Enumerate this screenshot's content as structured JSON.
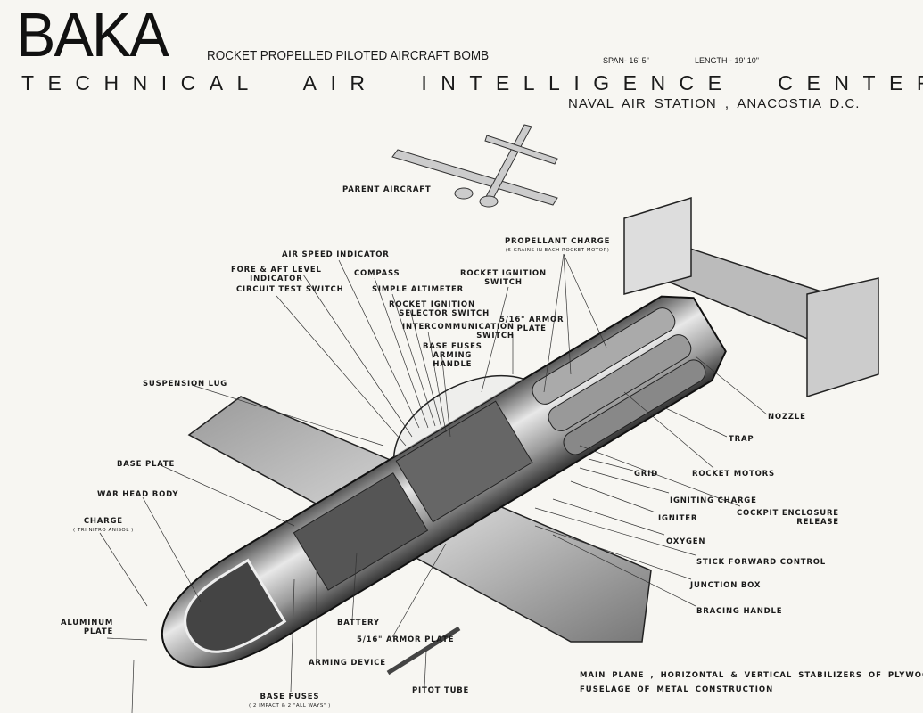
{
  "header": {
    "title": "BAKA",
    "subtitle": "ROCKET PROPELLED PILOTED AIRCRAFT BOMB",
    "span": "SPAN- 16' 5\"",
    "length": "LENGTH - 19' 10\"",
    "organization": "TECHNICAL AIR INTELLIGENCE CENTER",
    "station": "NAVAL AIR STATION , ANACOSTIA D.C."
  },
  "labels": {
    "parent_aircraft": "PARENT AIRCRAFT",
    "air_speed_indicator": "AIR SPEED INDICATOR",
    "fore_aft_level_1": "FORE & AFT LEVEL",
    "fore_aft_level_2": "INDICATOR",
    "circuit_test_switch": "CIRCUIT TEST SWITCH",
    "compass": "COMPASS",
    "simple_altimeter": "SIMPLE ALTIMETER",
    "rocket_ignition_switch_1": "ROCKET IGNITION",
    "rocket_ignition_switch_2": "SWITCH",
    "rocket_ignition_selector_1": "ROCKET IGNITION",
    "rocket_ignition_selector_2": "SELECTOR SWITCH",
    "armor_plate_upper_1": "5/16\" ARMOR",
    "armor_plate_upper_2": "PLATE",
    "intercommunication_1": "INTERCOMMUNICATION",
    "intercommunication_2": "SWITCH",
    "base_fuses_arming_1": "BASE FUSES",
    "base_fuses_arming_2": "ARMING",
    "base_fuses_arming_3": "HANDLE",
    "propellant_charge": "PROPELLANT CHARGE",
    "propellant_charge_sub": "(6 GRAINS IN EACH ROCKET MOTOR)",
    "suspension_lug": "SUSPENSION LUG",
    "base_plate": "BASE PLATE",
    "war_head_body": "WAR HEAD BODY",
    "charge": "CHARGE",
    "charge_sub": "( TRI NITRO ANISOL )",
    "aluminum_plate_1": "ALUMINUM",
    "aluminum_plate_2": "PLATE",
    "battery": "BATTERY",
    "armor_plate_lower": "5/16\" ARMOR PLATE",
    "arming_device": "ARMING DEVICE",
    "base_fuses": "BASE FUSES",
    "base_fuses_sub": "( 2 IMPACT & 2 \"ALL WAYS\" )",
    "pitot_tube": "PITOT TUBE",
    "nozzle": "NOZZLE",
    "trap": "TRAP",
    "grid": "GRID",
    "rocket_motors": "ROCKET MOTORS",
    "igniting_charge": "IGNITING CHARGE",
    "cockpit_enclosure_1": "COCKPIT ENCLOSURE",
    "cockpit_enclosure_2": "RELEASE",
    "igniter": "IGNITER",
    "oxygen": "OXYGEN",
    "stick_forward_control": "STICK FORWARD CONTROL",
    "junction_box": "JUNCTION BOX",
    "bracing_handle": "BRACING HANDLE"
  },
  "notes": {
    "line1": "MAIN PLANE , HORIZONTAL & VERTICAL STABILIZERS OF PLYWOOD",
    "line2": "FUSELAGE OF METAL CONSTRUCTION"
  }
}
